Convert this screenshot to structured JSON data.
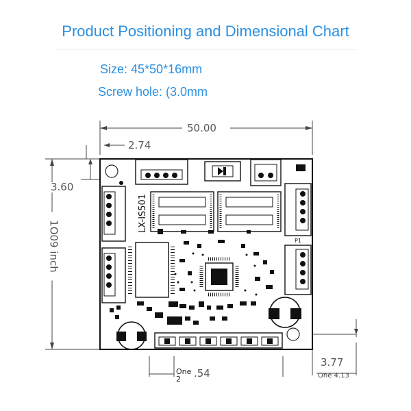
{
  "title": "Product Positioning and Dimensional Chart",
  "specs": {
    "size": "Size: 45*50*16mm",
    "screw_hole": "Screw hole: (3.0mm"
  },
  "dimensions": {
    "width": "50.00",
    "hole_offset_x": "2.74",
    "hole_offset_y": "3.60",
    "height": "1O09 inch",
    "bottom_right": "3.77",
    "bottom_left_a": "One",
    "bottom_left_b": "2",
    "bottom_left_c": ".54",
    "bottom_right_b": "One 4.13"
  },
  "board": {
    "model": "LX-IS501",
    "pin_label": "P1"
  }
}
